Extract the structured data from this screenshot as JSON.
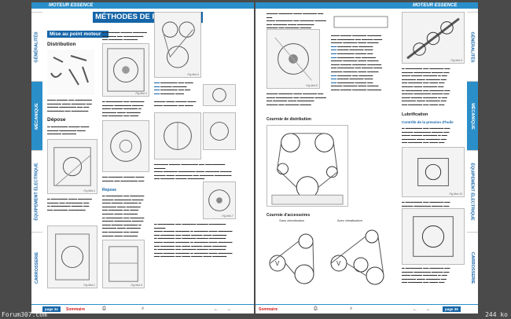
{
  "left_page": {
    "header": "MOTEUR ESSENCE",
    "title": "MÉTHODES DE RÉPARATION",
    "section": "Mise au point moteur",
    "subsection_1": "Distribution",
    "subsection_2": "Dépose",
    "subsection_3": "Repose",
    "page_number": "page 34",
    "sommaire": "Sommaire",
    "fig_labels": [
      "Fig.Mot.1",
      "Fig.Mot.2",
      "Fig.Mot.3",
      "Fig.Mot.5",
      "Fig.Mot.6",
      "Fig.Mot.7"
    ]
  },
  "right_page": {
    "header": "MOTEUR ESSENCE",
    "subsection_1": "Courroie de distribution",
    "subsection_2": "Courroie d'accessoires",
    "subsection_3": "Lubrification",
    "subsection_4": "Contrôle de la pression d'huile",
    "page_number": "page 35",
    "sommaire": "Sommaire",
    "diagram_label_1": "Sans climatisation",
    "diagram_label_2": "Avec climatisation",
    "fig_labels": [
      "Fig.Mot.8",
      "Fig.Mot.9",
      "Fig.Mot.10"
    ]
  },
  "side_tabs": [
    "GÉNÉRALITÉS",
    "MÉCANIQUE",
    "ÉQUIPEMENT ÉLECTRIQUE",
    "CARROSSERIE"
  ],
  "status": {
    "watermark": "Forum307.com",
    "file_size": "244 ko"
  },
  "colors": {
    "accent": "#1565a8",
    "header_blue": "#2a8ec9",
    "sommaire_red": "#d41d1d"
  }
}
